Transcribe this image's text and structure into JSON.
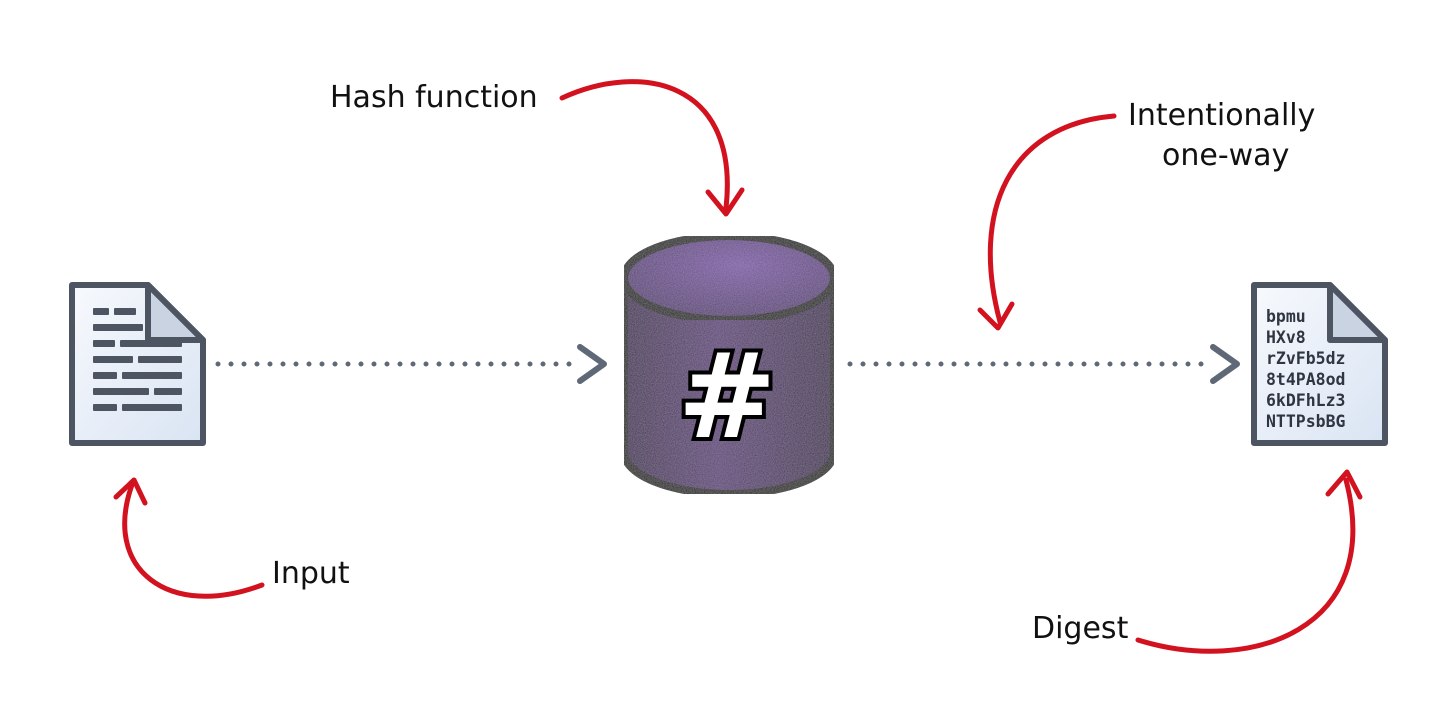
{
  "labels": {
    "hash_function": "Hash function",
    "input": "Input",
    "intentionally_line1": "Intentionally",
    "intentionally_line2": "one-way",
    "digest": "Digest"
  },
  "hash_symbol": "#",
  "digest_lines": [
    "bpmu",
    "HXv8",
    "rZvFb5dz",
    "8t4PA8od",
    "6kDFhLz3",
    "NTTPsbBG"
  ],
  "colors": {
    "annotation_arrow": "#d3121f",
    "flow_arrow": "#5f6876",
    "cylinder": "#4a2b62",
    "document_fill": "#e7eef8",
    "document_outline": "#4d5563"
  },
  "icons": {
    "input_document": "text-document-icon",
    "hash_function": "hash-cylinder-icon",
    "digest_document": "digest-document-icon"
  }
}
